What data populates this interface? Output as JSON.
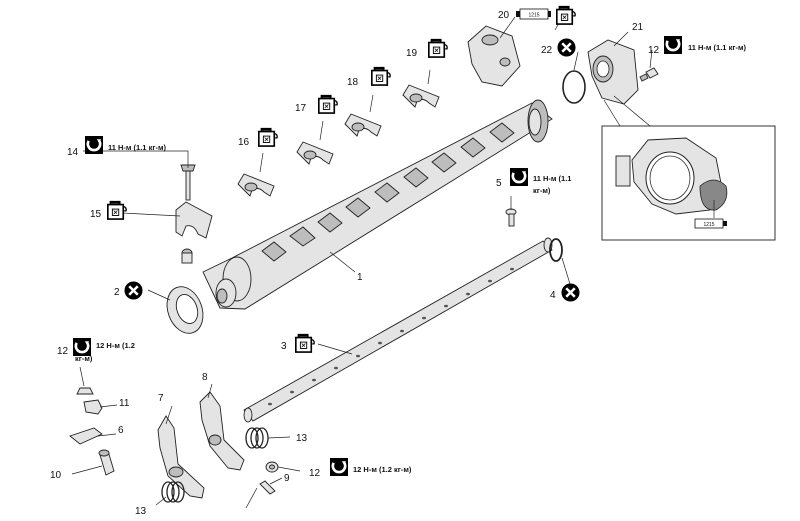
{
  "callouts": {
    "n1": "1",
    "n2": "2",
    "n3": "3",
    "n4": "4",
    "n5": "5",
    "n6": "6",
    "n7": "7",
    "n8": "8",
    "n9": "9",
    "n10": "10",
    "n11": "11",
    "n12a": "12",
    "n12b": "12",
    "n12c": "12",
    "n13a": "13",
    "n13b": "13",
    "n14": "14",
    "n15": "15",
    "n16": "16",
    "n17": "17",
    "n18": "18",
    "n19": "19",
    "n20": "20",
    "n21": "21",
    "n22": "22"
  },
  "torques": {
    "t12_top": "11 Н-м (1.1 кг-м)",
    "t14": "11 Н-м (1.1 кг-м)",
    "t5_l1": "11 Н-м (1.1",
    "t5_l2": "кг-м)",
    "t12_left_l1": "12 Н-м (1.2",
    "t12_left_l2": "кг-м)",
    "t12_bottom": "12 Н-м (1.2 кг-м)"
  },
  "sealant": {
    "label_top": "1215",
    "label_inset": "1215"
  },
  "icons": {
    "torque": "torque-wrench-icon",
    "oil": "oil-can-icon",
    "sealant": "sealant-tube-icon",
    "replace": "do-not-reuse-icon"
  }
}
